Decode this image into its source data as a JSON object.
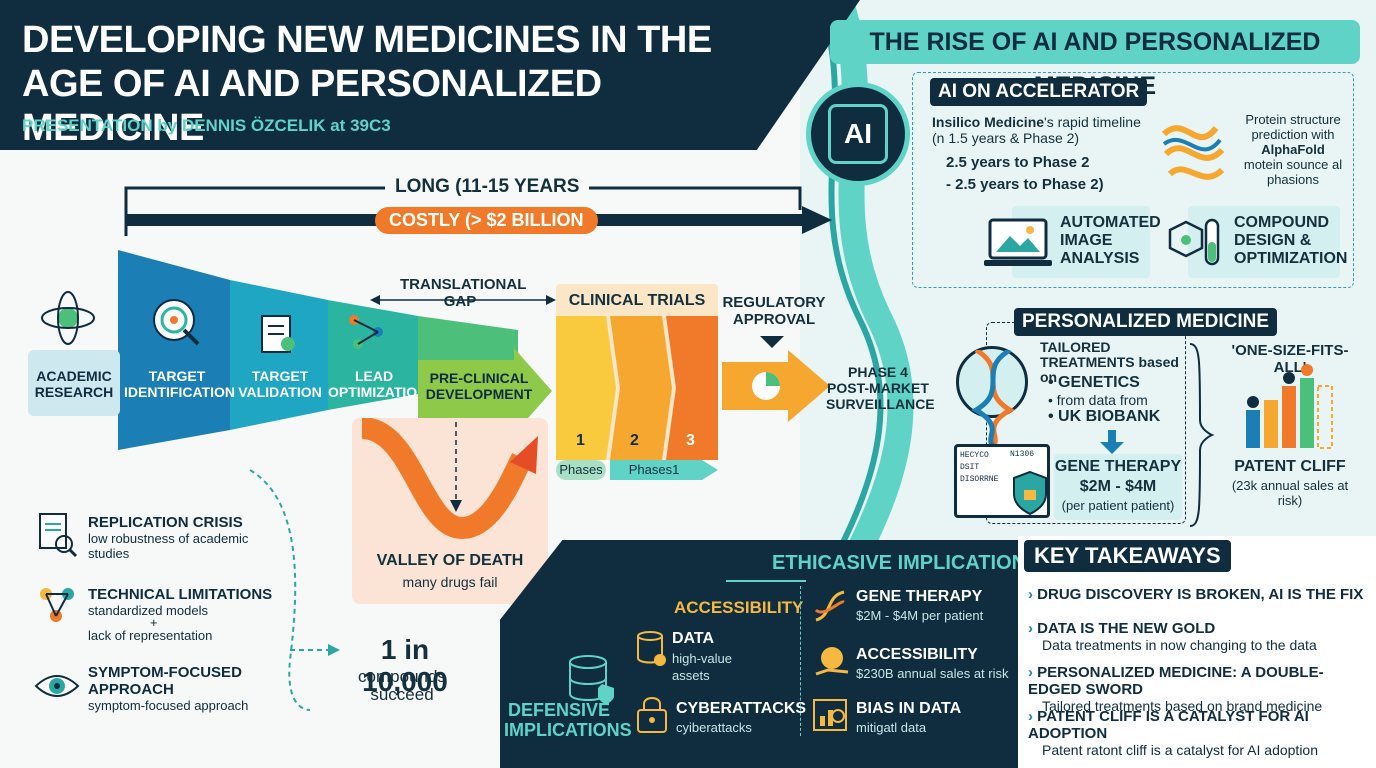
{
  "header": {
    "title": "DEVELOPING NEW MEDICINES IN THE AGE OF AI AND PERSONALIZED MEDICINE",
    "subtitle": "PRESENTATION by DENNIS ÖZCELIK at 39C3"
  },
  "timeline": {
    "long": "LONG (11-15 YEARS",
    "costly": "COSTLY (> $2 BILLION"
  },
  "pipeline": {
    "stages": [
      "ACADEMIC RESEARCH",
      "TARGET IDENTIFICATION",
      "TARGET VALIDATION",
      "LEAD OPTIMIZATION",
      "PRE-CLINICAL DEVELOPMENT"
    ],
    "translational_gap": "TRANSLATIONAL GAP",
    "clinical_trials": "CLINICAL TRIALS",
    "phase_numbers": [
      "1",
      "2",
      "3"
    ],
    "phases_label_1": "Phases",
    "phases_label_2": "Phases1",
    "regulatory": "REGULATORY APPROVAL",
    "phase4": "PHASE 4 POST-MARKET SURVEILLANCE",
    "valley_title": "VALLEY OF DEATH",
    "valley_sub": "many drugs fail",
    "odds_big": "1 in 10,000",
    "odds_small": "compounds succeed"
  },
  "issues": [
    {
      "title": "REPLICATION CRISIS",
      "text": "low robustness of academic studies"
    },
    {
      "title": "TECHNICAL LIMITATIONS",
      "text": "standardized models",
      "plus": "+",
      "text2": "lack of representation"
    },
    {
      "title": "SYMPTOM-FOCUSED APPROACH",
      "text": "symptom-focused approach"
    }
  ],
  "ai_section": {
    "title": "THE RISE OF AI AND PERSONALIZED MEDICINE",
    "accelerator": "AI ON ACCELERATOR",
    "ai_badge": "AI",
    "insilico_bold": "Insilico Medicine",
    "insilico_rest": "'s rapid timeline (n 1.5 years & Phase 2)",
    "line2": "2.5 years to Phase 2",
    "line3": "- 2.5 years to Phase 2)",
    "protein_1": "Protein structure prediction with",
    "protein_bold": "AlphaFold",
    "protein_2": "motein sounce al phasions",
    "feature_1": "AUTOMATED IMAGE ANALYSIS",
    "feature_2": "COMPOUND DESIGN & OPTIMIZATION"
  },
  "personalized": {
    "title": "PERSONALIZED MEDICINE",
    "tailored": "TAILORED TREATMENTS based on",
    "genetics": "GENETICS",
    "from": "from data from",
    "biobank": "UK BIOBANK",
    "one_size": "'ONE-SIZE-FITS-ALL'",
    "gene_therapy_title": "GENE THERAPY",
    "gene_therapy_cost": "$2M - $4M",
    "gene_therapy_sub": "(per patient patient)",
    "patent_title": "PATENT CLIFF",
    "patent_sub": "(23k annual sales at risk)",
    "screen_lines": [
      "HECYCO",
      "DSIT",
      "DISORRNE",
      "N1306"
    ]
  },
  "ethics": {
    "title": "ETHICASIVE IMPLICATIONS",
    "accessibility_head": "ACCESSIBILITY",
    "defensive": "DEFENSIVE IMPLICATIONS",
    "items_left": [
      {
        "title": "DATA",
        "text": "high-value assets"
      },
      {
        "title": "CYBERATTACKS",
        "text": "cyiberattacks"
      }
    ],
    "items_right": [
      {
        "title": "GENE THERAPY",
        "text": "$2M - $4M per patient"
      },
      {
        "title": "ACCESSIBILITY",
        "text": "$230B annual sales at risk"
      },
      {
        "title": "BIAS IN DATA",
        "text": "mitigatl data"
      }
    ]
  },
  "takeaways": {
    "title": "KEY TAKEAWAYS",
    "items": [
      {
        "title": "DRUG DISCOVERY IS BROKEN, AI IS THE FIX",
        "text": ""
      },
      {
        "title": "DATA IS THE NEW GOLD",
        "text": "Data  treatments in now changing to the data"
      },
      {
        "title": "PERSONALIZED MEDICINE: A DOUBLE-EDGED SWORD",
        "text": "Tailored treatments based on brand medicine"
      },
      {
        "title": "PATENT CLIFF IS A CATALYST FOR AI ADOPTION",
        "text": "Patent ratont cliff is a catalyst for AI adoption"
      }
    ]
  },
  "colors": {
    "navy": "#0f2d3f",
    "teal": "#5ed3c6",
    "orange": "#f07a2a",
    "yellow": "#f5b942"
  }
}
